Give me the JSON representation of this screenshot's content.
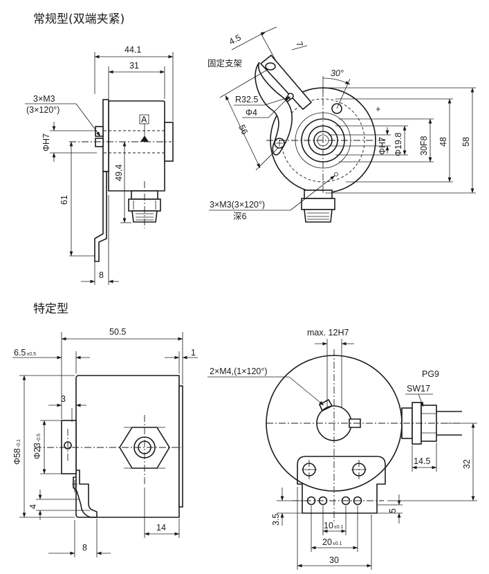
{
  "sections": {
    "standard_title": "常规型(双端夹紧)",
    "special_title": "特定型"
  },
  "standard": {
    "dim_44_1": "44.1",
    "dim_31": "31",
    "dim_3xm3": "3×M3",
    "dim_3x120": "(3×120°)",
    "dim_phi_h7": "ΦH7",
    "datum_a": "A",
    "dim_49_4": "49.4",
    "dim_61": "61",
    "dim_8": "8",
    "label_bracket": "固定支架",
    "dim_4_5": "4.5",
    "dim_7": "7",
    "dim_30deg": "30°",
    "dim_r32_5": "R32.5",
    "dim_phi4": "Φ4",
    "dim_56": "56",
    "dim_phi_h7_b": "ΦH7",
    "dim_phi19_8": "Φ19.8",
    "dim_30f8": "30F8",
    "dim_48": "48",
    "dim_58": "58",
    "dim_3xm3_full": "3×M3(3×120°)",
    "dim_depth6": "深6"
  },
  "special": {
    "dim_50_5": "50.5",
    "dim_6_5": "6.5",
    "tol_6_5": "±0.5",
    "dim_1": "1",
    "dim_3": "3",
    "dim_phi58": "Φ58",
    "tol_phi58": "-0.1",
    "dim_phi23": "Φ23",
    "tol_phi23": "-0.5",
    "dim_4": "4",
    "dim_14": "14",
    "dim_8": "8",
    "dim_max12h7": "max. 12H7",
    "dim_2xm4": "2×M4,(1×120°)",
    "label_pg9": "PG9",
    "label_sw17": "SW17",
    "dim_14_5": "14.5",
    "dim_32": "32",
    "dim_5": "5",
    "dim_3_5": "3.5",
    "dim_10": "10",
    "tol_10": "±0.1",
    "dim_20": "20",
    "tol_20": "±0.1",
    "dim_30": "30"
  }
}
